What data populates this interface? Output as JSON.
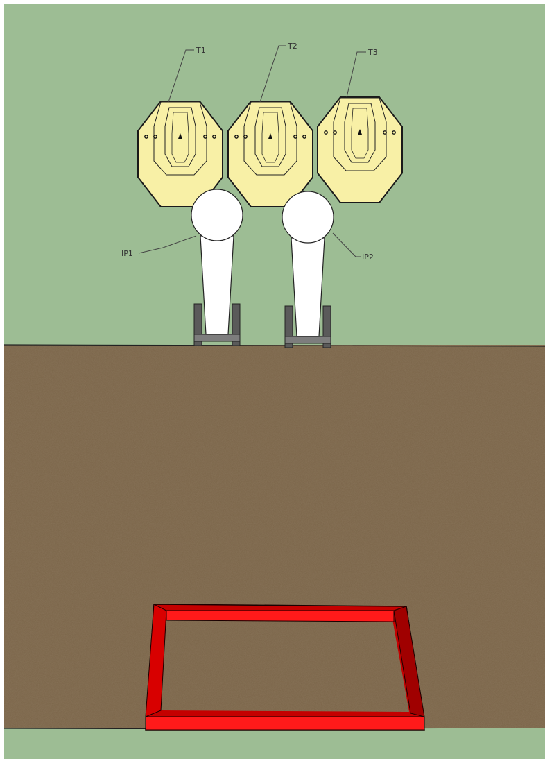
{
  "scene": {
    "colors": {
      "wall": "#9dbd94",
      "ground": "#7a6448",
      "target_fill": "#f8f0a6",
      "target_stroke": "#1a1a1a",
      "prop_fill": "#ffffff",
      "stand": "#5a5a5a",
      "shooting_box": "#e00000"
    },
    "targets": [
      {
        "label": "T1"
      },
      {
        "label": "T2"
      },
      {
        "label": "T3"
      }
    ],
    "no_shoots": [
      {
        "label": "IP1"
      },
      {
        "label": "IP2"
      }
    ],
    "shooting_box": {
      "label": ""
    }
  }
}
